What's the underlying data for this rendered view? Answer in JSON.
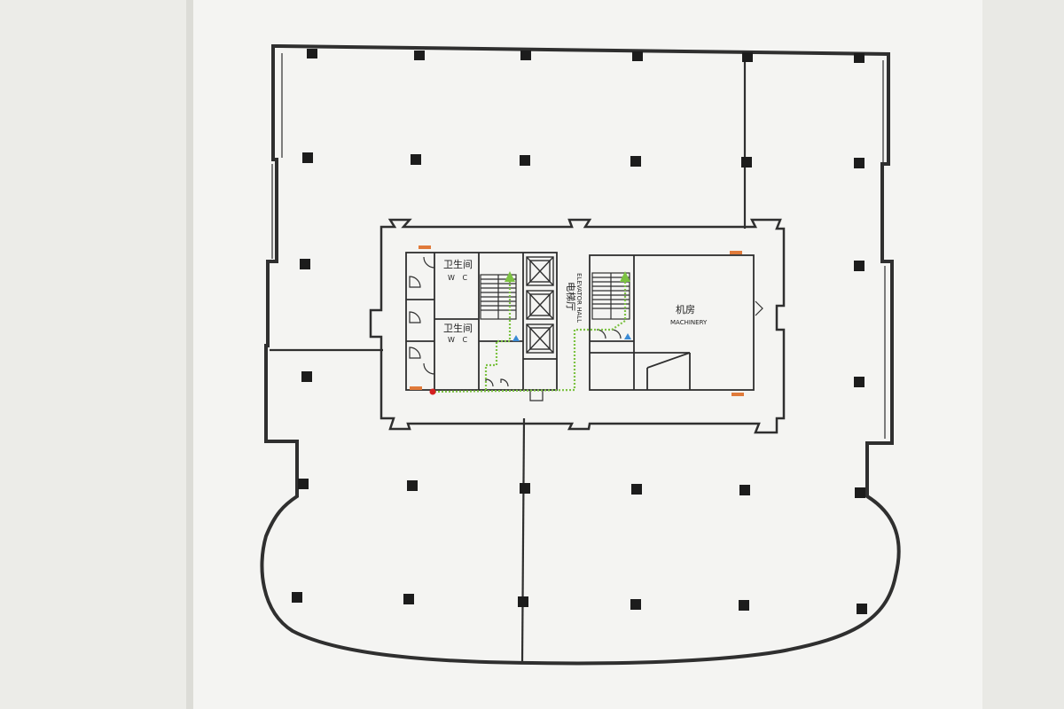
{
  "map": {
    "rooms": {
      "wc_upper": {
        "label_cn": "卫生间",
        "label_en": "W C"
      },
      "wc_lower": {
        "label_cn": "卫生间",
        "label_en": "W C"
      },
      "machinery": {
        "label_cn": "机房",
        "label_en": "MACHINERY"
      },
      "elevator_hall": {
        "label_cn": "电梯厅",
        "label_en": "ELEVATOR HALL"
      }
    },
    "colors": {
      "wall": "#2f2f2f",
      "sheet": "#f6f6f4",
      "evacuation_route": "#7cc242",
      "you_are_here": "#d42020",
      "fire_equipment": "#e07a3a",
      "exit_marker": "#3a8ad4"
    },
    "icons": [
      "column-icon",
      "elevator-icon",
      "stair-icon",
      "you-are-here-icon",
      "evacuation-arrow-icon",
      "fire-equipment-icon",
      "exit-marker-icon"
    ]
  }
}
